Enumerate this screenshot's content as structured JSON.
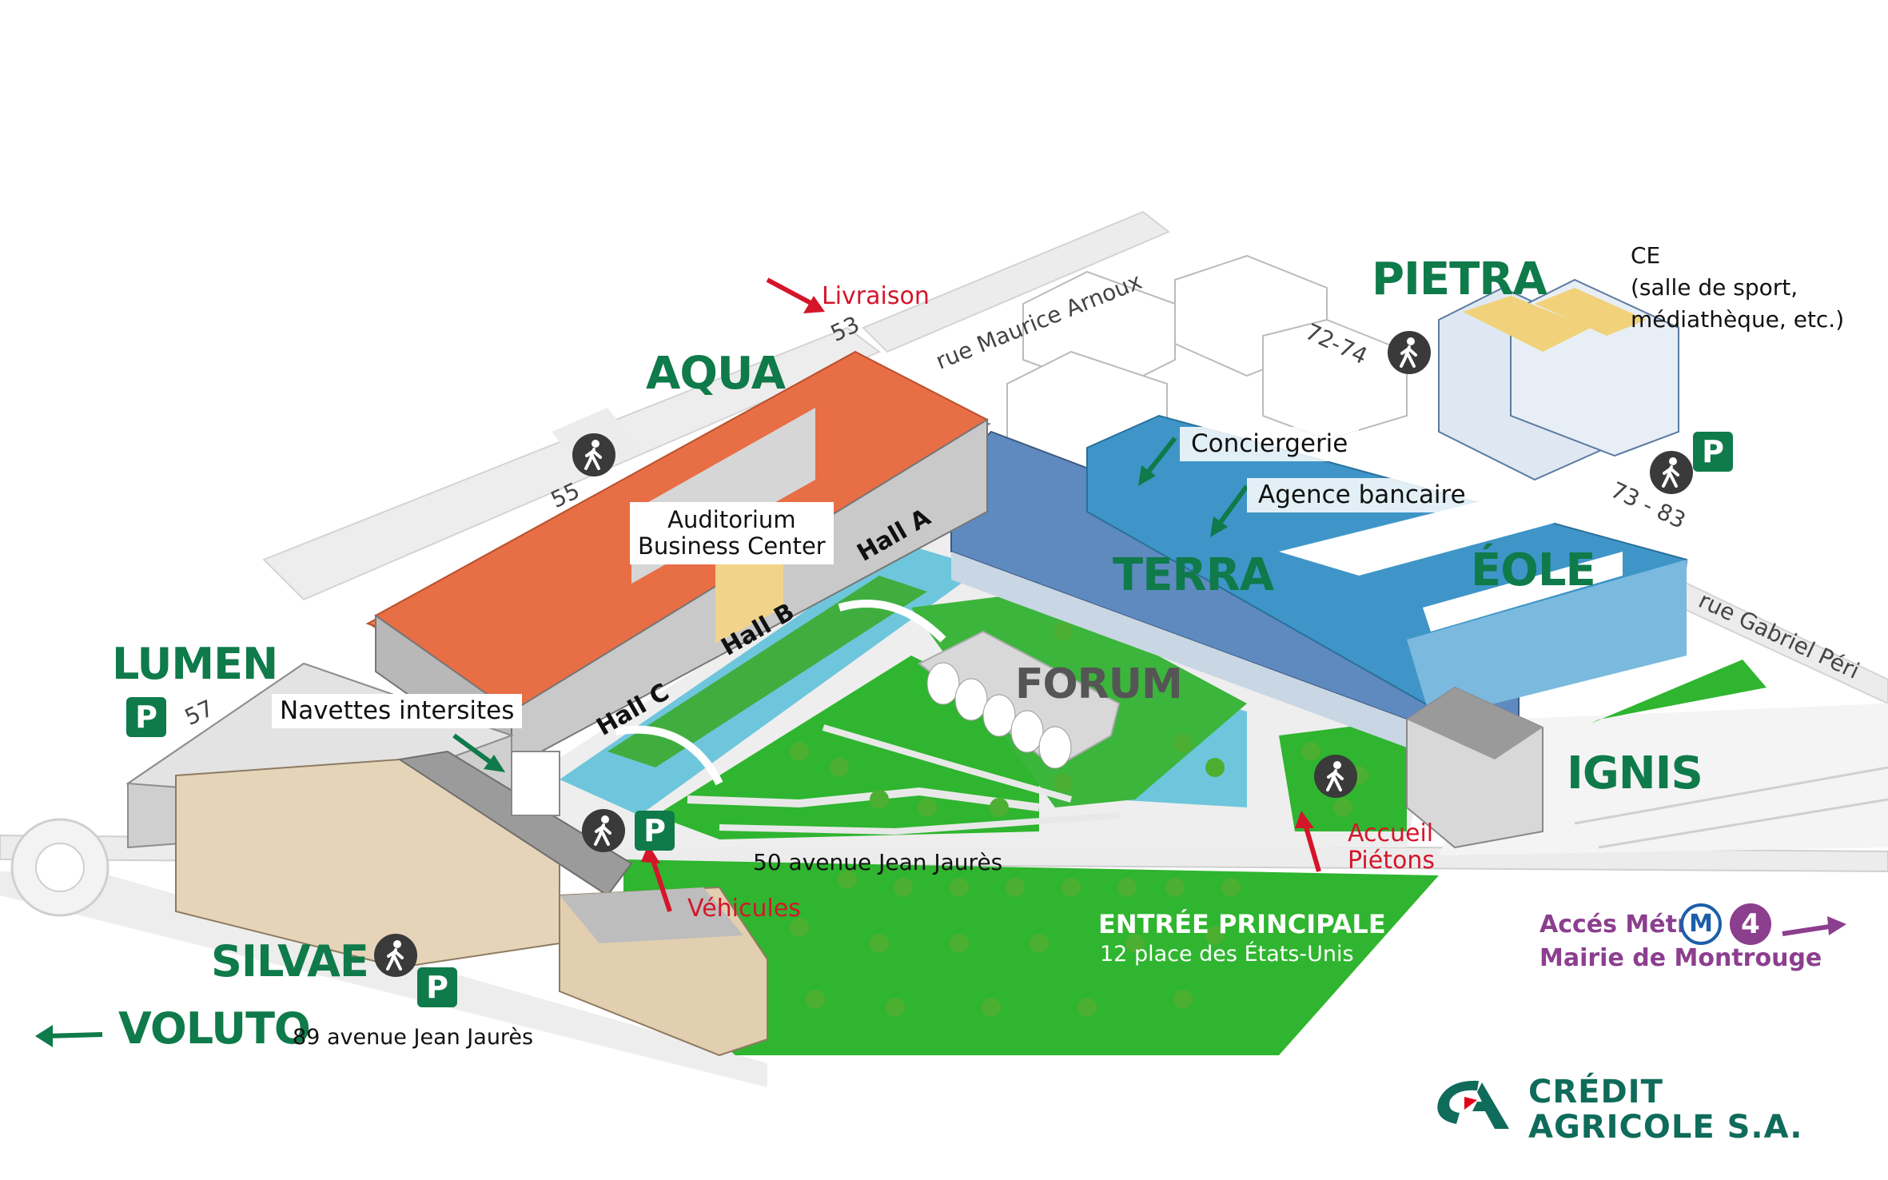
{
  "buildings": {
    "aqua": "AQUA",
    "pietra": "PIETRA",
    "lumen": "LUMEN",
    "terra": "TERRA",
    "eole": "ÉOLE",
    "forum": "FORUM",
    "ignis": "IGNIS",
    "silvae": "SILVAE",
    "voluto": "VOLUTO"
  },
  "labels": {
    "livraison": "Livraison",
    "auditorium_line1": "Auditorium",
    "auditorium_line2": "Business Center",
    "hall_a": "Hall A",
    "hall_b": "Hall B",
    "hall_c": "Hall C",
    "navettes": "Navettes intersites",
    "conciergerie": "Conciergerie",
    "agence": "Agence bancaire",
    "ce_line1": "CE",
    "ce_line2": "(salle de sport,",
    "ce_line3": "médiathèque, etc.)",
    "accueil_line1": "Accueil",
    "accueil_line2": "Piétons",
    "vehicules": "Véhicules",
    "entree_title": "ENTRÉE PRINCIPALE",
    "entree_address": "12 place des États-Unis",
    "voluto_address": "89 avenue Jean Jaurès",
    "metro_line1": "Accés Métro",
    "metro_line2": "Mairie de Montrouge",
    "metro_m": "M",
    "metro_4": "4",
    "parking": "P"
  },
  "streets": {
    "maurice_arnoux": "rue Maurice Arnoux",
    "gabriel_peri": "rue Gabriel Péri",
    "jean_jaures": "50 avenue Jean Jaurès",
    "num_53": "53",
    "num_55": "55",
    "num_57": "57",
    "num_72_74": "72-74",
    "num_73_83": "73 - 83"
  },
  "logo": {
    "line1": "CRÉDIT",
    "line2": "AGRICOLE S.A."
  },
  "colors": {
    "brand_green": "#0f7a4a",
    "red": "#d4162b",
    "purple": "#8c3e8f",
    "metro_blue": "#1c5fa8",
    "roof_orange": "#e9704a",
    "glass_blue": "#4aa3cf",
    "lawn_green": "#2fb52f",
    "water": "#6ec6dc"
  },
  "icons": [
    "pedestrian-icon",
    "parking-icon",
    "arrow-icon",
    "metro-icon",
    "credit-agricole-logo"
  ]
}
